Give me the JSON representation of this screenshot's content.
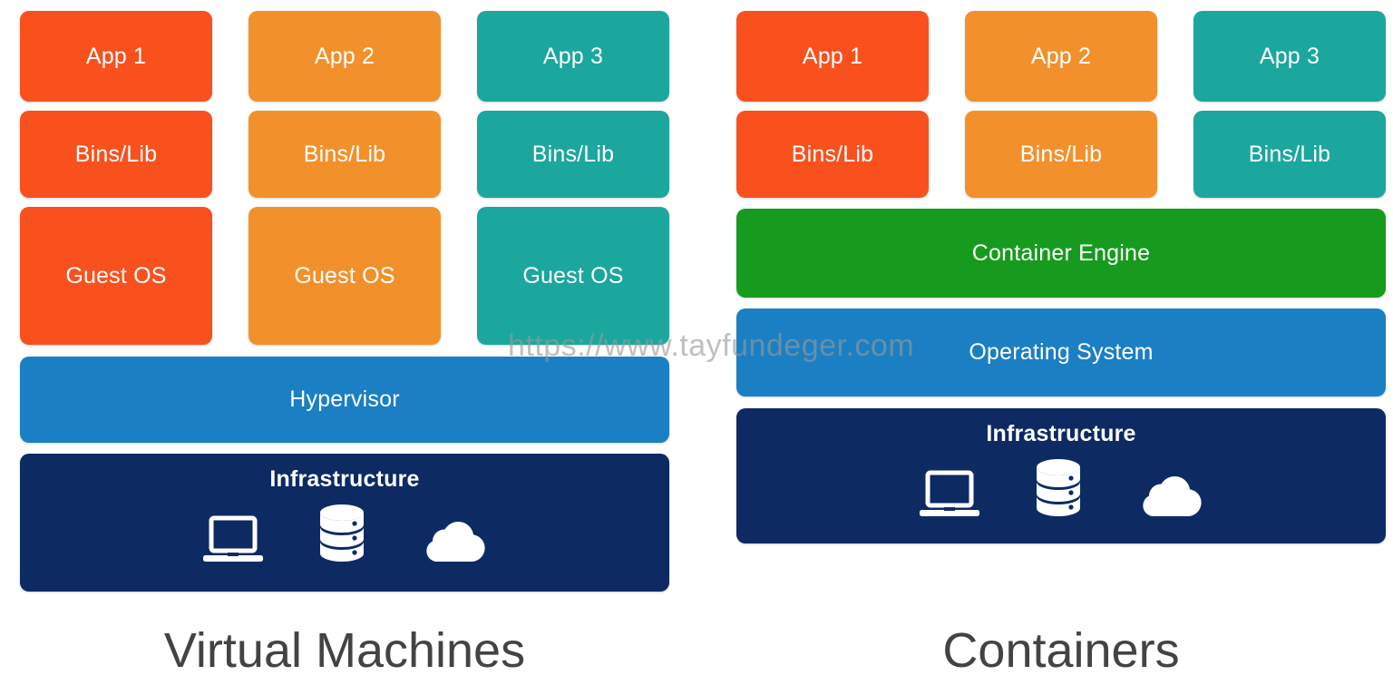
{
  "diagram": {
    "title_left": "Virtual Machines",
    "title_right": "Containers",
    "watermark": "https://www.tayfundeger.com"
  },
  "colors": {
    "red": "#F9511E",
    "orange": "#F2912C",
    "teal": "#1BA79D",
    "blue": "#1B7FC4",
    "green": "#169B1E",
    "navy": "#0D2A63",
    "caption_text": "#434343",
    "box_text": "#FFFFFF",
    "watermark_text": "#9A9A9A",
    "background": "#FFFFFF"
  },
  "vm_stack": {
    "name": "Virtual Machines",
    "columns": [
      {
        "color_key": "red",
        "cells": [
          "App 1",
          "Bins/Lib",
          "Guest OS"
        ]
      },
      {
        "color_key": "orange",
        "cells": [
          "App 2",
          "Bins/Lib",
          "Guest OS"
        ]
      },
      {
        "color_key": "teal",
        "cells": [
          "App 3",
          "Bins/Lib",
          "Guest OS"
        ]
      }
    ],
    "layers": [
      {
        "label": "Hypervisor",
        "color_key": "blue"
      },
      {
        "label": "Infrastructure",
        "color_key": "navy",
        "icons": [
          "laptop-icon",
          "database-icon",
          "cloud-icon"
        ]
      }
    ]
  },
  "container_stack": {
    "name": "Containers",
    "columns": [
      {
        "color_key": "red",
        "cells": [
          "App 1",
          "Bins/Lib"
        ]
      },
      {
        "color_key": "orange",
        "cells": [
          "App 2",
          "Bins/Lib"
        ]
      },
      {
        "color_key": "teal",
        "cells": [
          "App 3",
          "Bins/Lib"
        ]
      }
    ],
    "layers": [
      {
        "label": "Container Engine",
        "color_key": "green"
      },
      {
        "label": "Operating System",
        "color_key": "blue"
      },
      {
        "label": "Infrastructure",
        "color_key": "navy",
        "icons": [
          "laptop-icon",
          "database-icon",
          "cloud-icon"
        ]
      }
    ]
  }
}
